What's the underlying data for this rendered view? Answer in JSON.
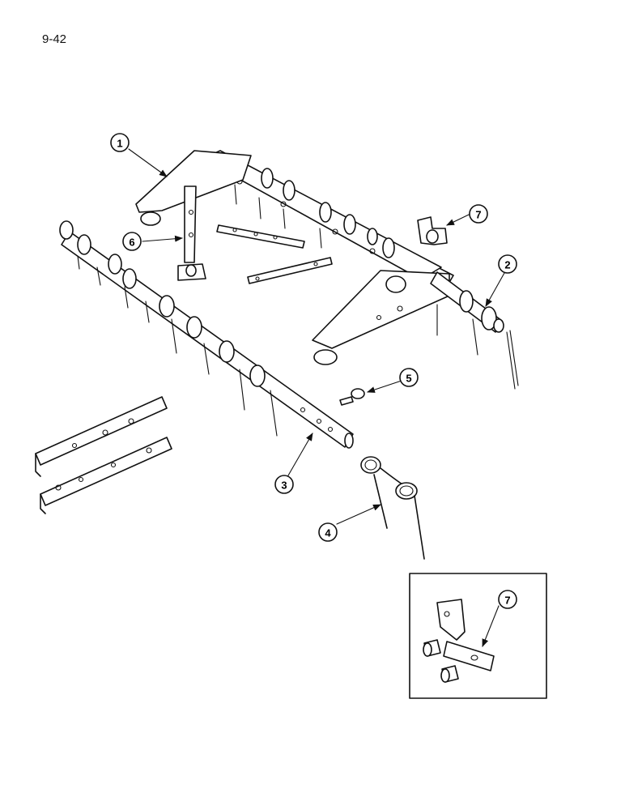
{
  "page": {
    "number": "9-42"
  },
  "callouts": [
    "1",
    "2",
    "3",
    "4",
    "5",
    "6",
    "7",
    "7"
  ]
}
